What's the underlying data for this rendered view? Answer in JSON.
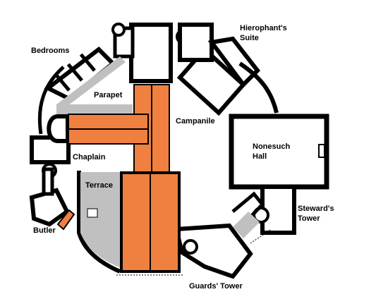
{
  "labels": {
    "bedrooms": "Bedrooms",
    "hierophant_line1": "Hierophant's",
    "hierophant_line2": "Suite",
    "parapet": "Parapet",
    "campanile": "Campanile",
    "nonesuch_line1": "Nonesuch",
    "nonesuch_line2": "Hall",
    "chaplain": "Chaplain",
    "terrace": "Terrace",
    "steward_line1": "Steward's",
    "steward_line2": "Tower",
    "butler": "Butler",
    "guards_tower": "Guards' Tower"
  },
  "colors": {
    "wall": "#000000",
    "roof": "#f08040",
    "terrace": "#c0c0c0",
    "floor": "#ffffff"
  }
}
